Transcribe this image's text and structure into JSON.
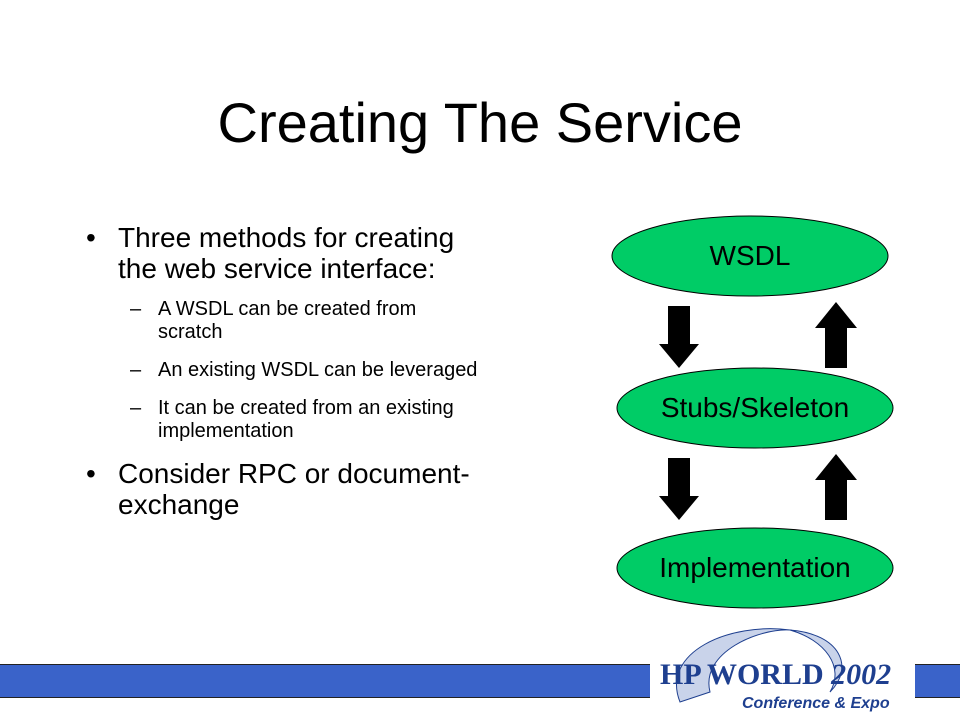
{
  "slide": {
    "title": "Creating The Service",
    "bullets": [
      {
        "text": "Three methods for creating the web service interface:",
        "subs": [
          "A WSDL can be created from scratch",
          "An existing WSDL can be leveraged",
          "It can be created from an existing implementation"
        ]
      },
      {
        "text": "Consider RPC or document-exchange",
        "subs": []
      }
    ],
    "bullet_glyph": "•",
    "sub_glyph": "–"
  },
  "diagram": {
    "nodes": [
      "WSDL",
      "Stubs/Skeleton",
      "Implementation"
    ],
    "node_fill": "#00cc66",
    "node_stroke": "#000000"
  },
  "footer": {
    "bar_color": "#3a63c9",
    "logo": {
      "brand": "HP WORLD",
      "year": "2002",
      "tagline": "Conference & Expo",
      "color": "#1e3f8f"
    }
  }
}
